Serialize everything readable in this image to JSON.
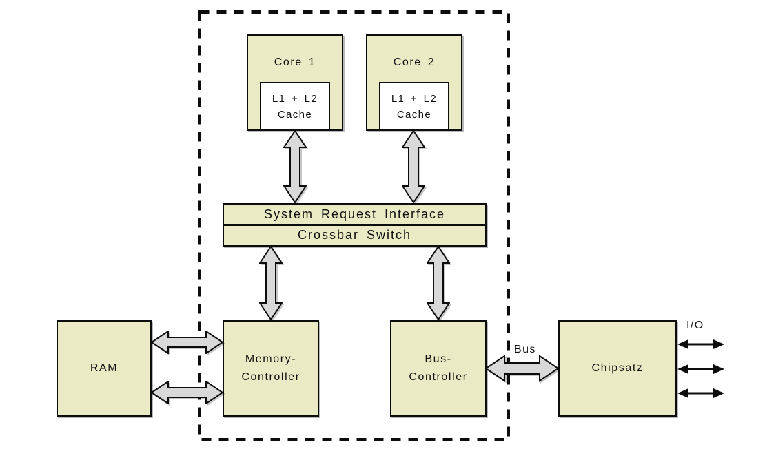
{
  "diagram": {
    "description": "Dual-core processor architecture block diagram",
    "colors": {
      "box_fill": "#eaeac4",
      "box_border": "#0d0d0d",
      "arrow_fill": "#d9d9d9",
      "background": "#ffffff"
    },
    "nodes": {
      "core1": {
        "label": "Core 1"
      },
      "core2": {
        "label": "Core 2"
      },
      "cache1": {
        "line1": "L1 + L2",
        "line2": "Cache"
      },
      "cache2": {
        "line1": "L1 + L2",
        "line2": "Cache"
      },
      "sri": {
        "label": "System Request Interface"
      },
      "crossbar": {
        "label": "Crossbar Switch"
      },
      "ram": {
        "label": "RAM"
      },
      "memory_controller": {
        "line1": "Memory-",
        "line2": "Controller"
      },
      "bus_controller": {
        "line1": "Bus-",
        "line2": "Controller"
      },
      "chipset": {
        "label": "Chipsatz"
      }
    },
    "labels": {
      "bus": "Bus",
      "io": "I/O"
    }
  }
}
